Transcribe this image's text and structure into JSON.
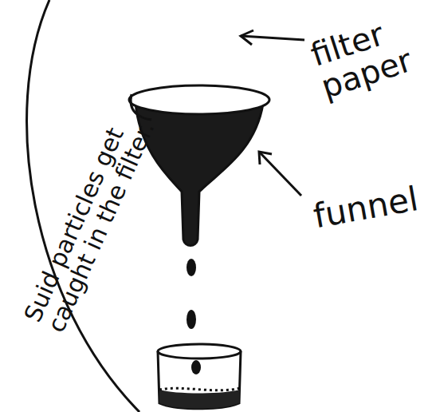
{
  "diagram": {
    "labels": [
      "filter paper",
      "funnel",
      "Suid particles get caught in the filter."
    ]
  }
}
